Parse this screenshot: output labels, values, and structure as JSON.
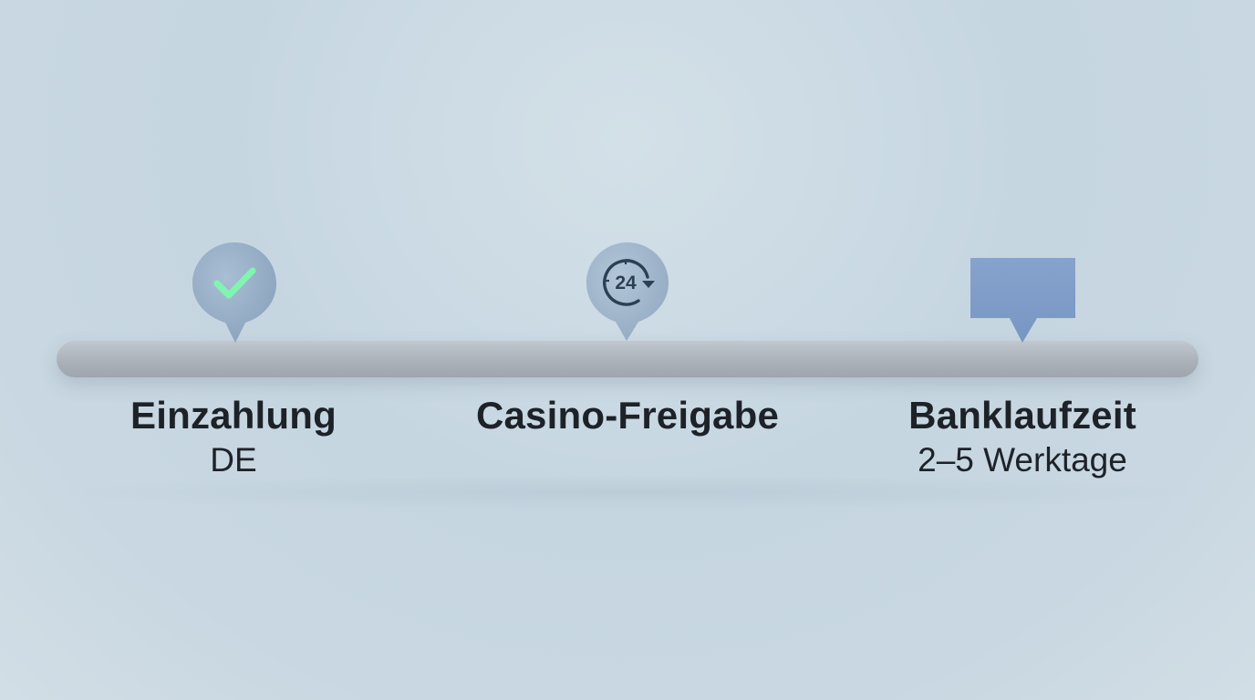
{
  "steps": [
    {
      "title": "Einzahlung",
      "subtitle": "DE",
      "icon": "check-icon"
    },
    {
      "title": "Casino-Freigabe",
      "subtitle": "",
      "icon": "clock-24-icon",
      "icon_text": "24"
    },
    {
      "title": "Banklaufzeit",
      "subtitle": "2–5 Werktage",
      "icon": "blank-sign-icon"
    }
  ],
  "colors": {
    "check": "#7ff5b0",
    "marker_fill": "#98aec6",
    "sign_fill": "#7e9dc9",
    "icon_dark": "#2c3f55"
  }
}
